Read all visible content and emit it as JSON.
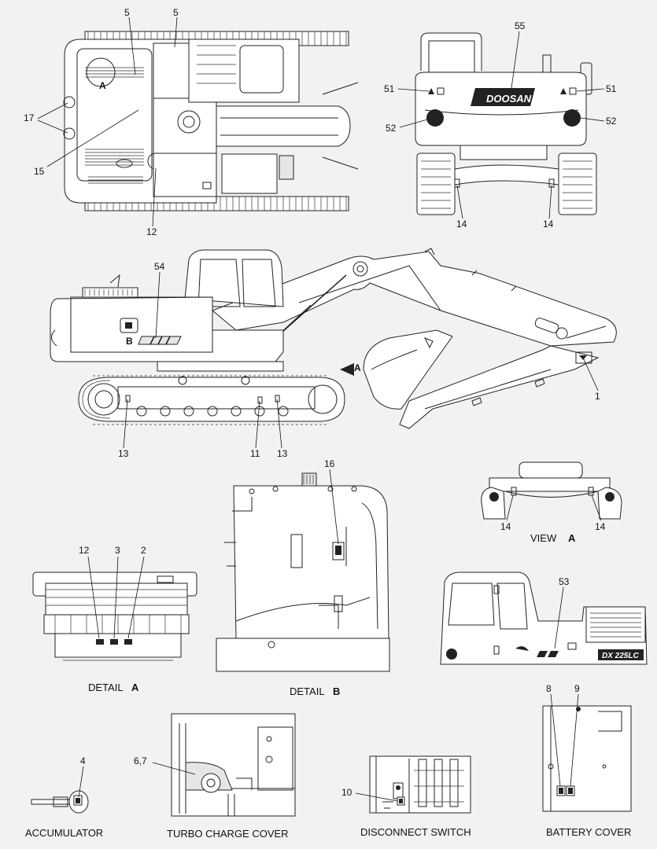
{
  "labels": {
    "c5a": "5",
    "c5b": "5",
    "cA_top": "A",
    "c17": "17",
    "c15": "15",
    "c12_top": "12",
    "c55": "55",
    "c51a": "51",
    "c51b": "51",
    "c52a": "52",
    "c52b": "52",
    "c14a": "14",
    "c14b": "14",
    "c54": "54",
    "cB_side": "B",
    "cA_arrow": "A",
    "c1": "1",
    "c13a": "13",
    "c11": "11",
    "c13b": "13",
    "c16": "16",
    "c14c": "14",
    "c14d": "14",
    "c12_det": "12",
    "c3": "3",
    "c2": "2",
    "c53": "53",
    "c8": "8",
    "c9": "9",
    "c4": "4",
    "c67": "6,7",
    "c10": "10"
  },
  "logos": {
    "rear_brand": "DOOSAN",
    "cab_model": "DX 225LC"
  },
  "captions": {
    "view_a_prefix": "VIEW",
    "view_a_letter": "A",
    "detail_a_prefix": "DETAIL",
    "detail_a_letter": "A",
    "detail_b_prefix": "DETAIL",
    "detail_b_letter": "B",
    "accumulator": "ACCUMULATOR",
    "turbo": "TURBO CHARGE COVER",
    "disconnect": "DISCONNECT SWITCH",
    "battery": "BATTERY COVER"
  },
  "colors": {
    "background": "#f2f2f2",
    "line": "#222222",
    "panel": "#ffffff"
  }
}
